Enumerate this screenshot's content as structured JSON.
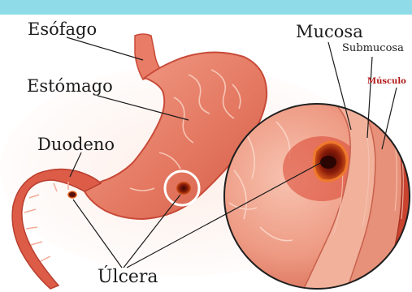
{
  "labels": {
    "esofago": "Esófago",
    "estomago": "Estómago",
    "duodeno": "Duodeno",
    "ulcera": "Úlcera",
    "mucosa": "Mucosa",
    "submucosa": "Submucosa",
    "musculo": "Músculo"
  },
  "colors": {
    "top_bar": "#8fdce8",
    "organ_outer": "#d94b3c",
    "organ_mid": "#ec8470",
    "organ_light": "#f6b7a2",
    "ulcer_dark": "#6e1608",
    "ulcer_orange": "#e2641f",
    "muscle_label": "#b01818"
  }
}
